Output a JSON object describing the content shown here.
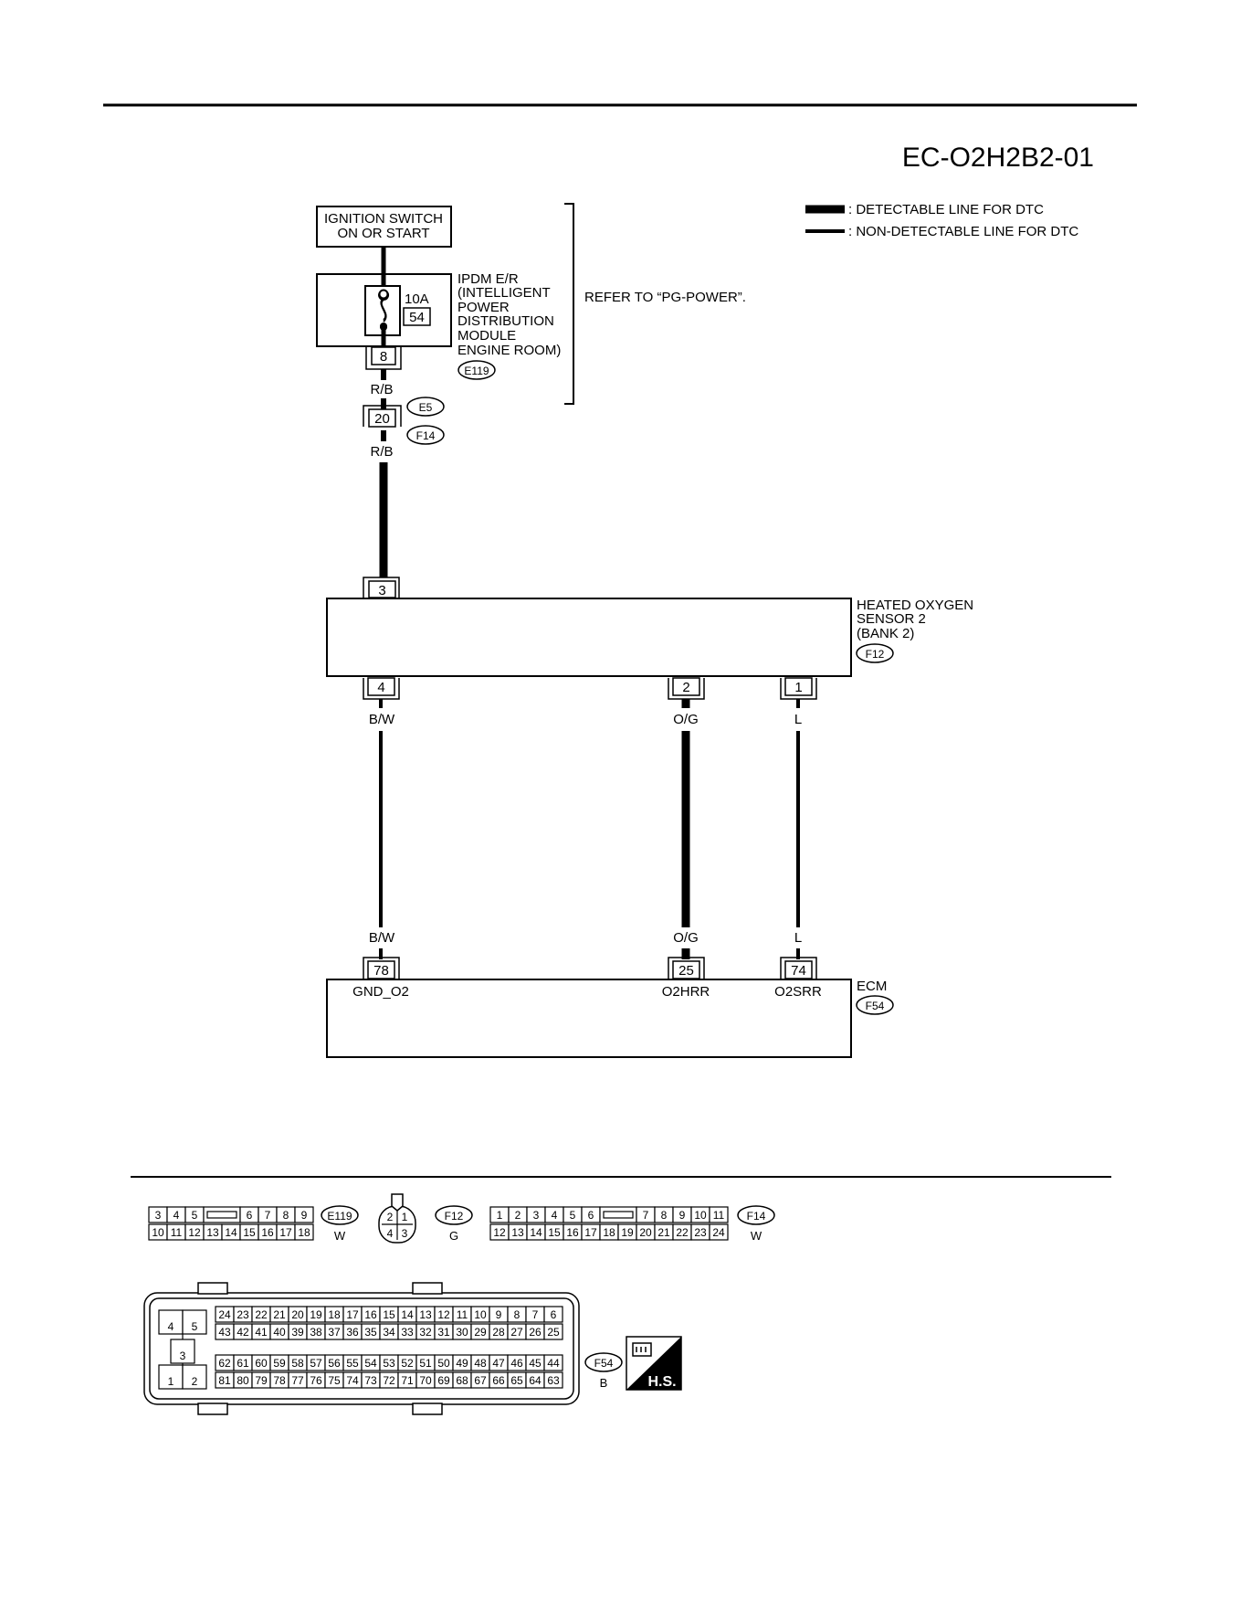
{
  "diagram_code": "EC-O2H2B2-01",
  "legend": {
    "detectable": ": DETECTABLE LINE FOR DTC",
    "non_detectable": ": NON-DETECTABLE LINE FOR DTC"
  },
  "ignition": {
    "line1": "IGNITION SWITCH",
    "line2": "ON OR START"
  },
  "ipdm": {
    "fuse_amp": "10A",
    "fuse_no": "54",
    "lines": [
      "IPDM E/R",
      "(INTELLIGENT",
      "POWER",
      "DISTRIBUTION",
      "MODULE",
      "ENGINE ROOM)"
    ],
    "pin": "8",
    "connector": "E119"
  },
  "refer_text": "REFER TO “PG-POWER”.",
  "harness": {
    "pin": "20",
    "connector_top": "E5",
    "connector_bottom": "F14"
  },
  "wire_rb": "R/B",
  "sensor": {
    "lines": [
      "HEATED OXYGEN",
      "SENSOR 2",
      "(BANK 2)"
    ],
    "connector": "F12",
    "pin_top": "3",
    "pins_bottom": [
      "4",
      "2",
      "1"
    ]
  },
  "wires": [
    "B/W",
    "O/G",
    "L"
  ],
  "ecm": {
    "label": "ECM",
    "connector": "F54",
    "pins": [
      "78",
      "25",
      "74"
    ],
    "signals": [
      "GND_O2",
      "O2HRR",
      "O2SRR"
    ]
  },
  "connectors": {
    "e119": {
      "id": "E119",
      "color": "W",
      "row1": [
        "3",
        "4",
        "5",
        "",
        "6",
        "7",
        "8",
        "9"
      ],
      "row2": [
        "10",
        "11",
        "12",
        "13",
        "14",
        "15",
        "16",
        "17",
        "18"
      ]
    },
    "f12": {
      "id": "F12",
      "color": "G",
      "pins": [
        "2",
        "1",
        "4",
        "3"
      ]
    },
    "f14": {
      "id": "F14",
      "color": "W",
      "row1": [
        "1",
        "2",
        "3",
        "4",
        "5",
        "6",
        "",
        "7",
        "8",
        "9",
        "10",
        "11"
      ],
      "row2": [
        "12",
        "13",
        "14",
        "15",
        "16",
        "17",
        "18",
        "19",
        "20",
        "21",
        "22",
        "23",
        "24"
      ]
    },
    "f54": {
      "id": "F54",
      "color": "B",
      "left": [
        "4",
        "5",
        "3",
        "1",
        "2"
      ],
      "row1": [
        "24",
        "23",
        "22",
        "21",
        "20",
        "19",
        "18",
        "17",
        "16",
        "15",
        "14",
        "13",
        "12",
        "11",
        "10",
        "9",
        "8",
        "7",
        "6"
      ],
      "row2": [
        "43",
        "42",
        "41",
        "40",
        "39",
        "38",
        "37",
        "36",
        "35",
        "34",
        "33",
        "32",
        "31",
        "30",
        "29",
        "28",
        "27",
        "26",
        "25"
      ],
      "row3": [
        "62",
        "61",
        "60",
        "59",
        "58",
        "57",
        "56",
        "55",
        "54",
        "53",
        "52",
        "51",
        "50",
        "49",
        "48",
        "47",
        "46",
        "45",
        "44"
      ],
      "row4": [
        "81",
        "80",
        "79",
        "78",
        "77",
        "76",
        "75",
        "74",
        "73",
        "72",
        "71",
        "70",
        "69",
        "68",
        "67",
        "66",
        "65",
        "64",
        "63"
      ]
    }
  },
  "hs_label": "H.S."
}
